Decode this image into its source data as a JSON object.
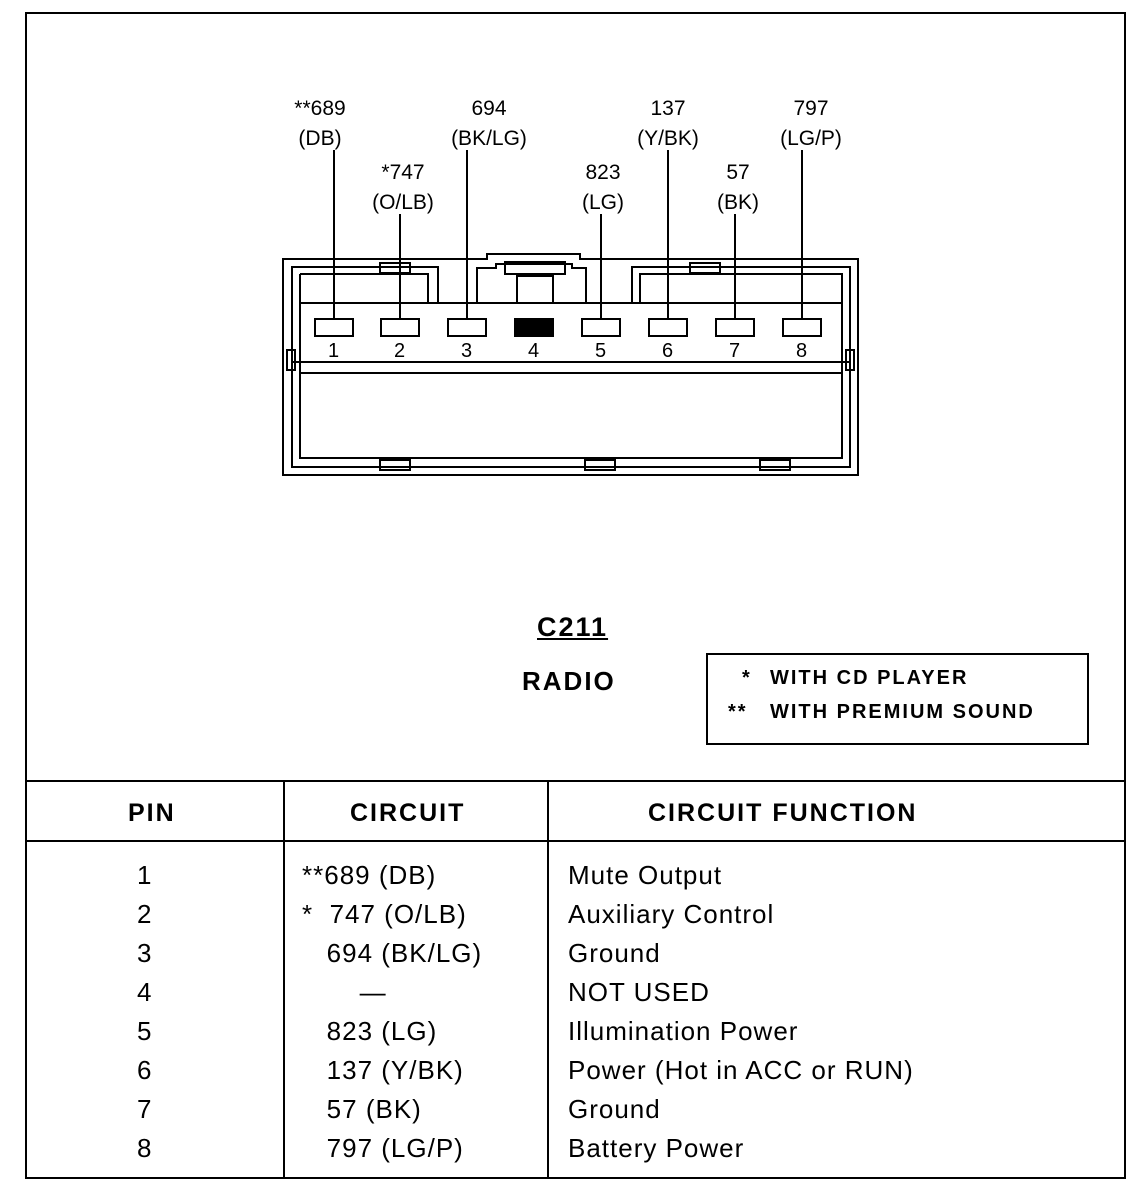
{
  "connector": {
    "id": "C211",
    "name": "RADIO",
    "wire_labels": [
      {
        "pin": "1",
        "circuit": "**689",
        "color": "(DB)"
      },
      {
        "pin": "2",
        "circuit": "*747",
        "color": "(O/LB)"
      },
      {
        "pin": "3",
        "circuit": "694",
        "color": "(BK/LG)"
      },
      {
        "pin": "5",
        "circuit": "823",
        "color": "(LG)"
      },
      {
        "pin": "6",
        "circuit": "137",
        "color": "(Y/BK)"
      },
      {
        "pin": "7",
        "circuit": "57",
        "color": "(BK)"
      },
      {
        "pin": "8",
        "circuit": "797",
        "color": "(LG/P)"
      }
    ],
    "pin_numbers": [
      "1",
      "2",
      "3",
      "4",
      "5",
      "6",
      "7",
      "8"
    ],
    "unused_pin": "4"
  },
  "legend": [
    {
      "mark": "*",
      "text": "WITH CD PLAYER"
    },
    {
      "mark": "**",
      "text": "WITH PREMIUM SOUND"
    }
  ],
  "table": {
    "headers": {
      "pin": "PIN",
      "circuit": "CIRCUIT",
      "function": "CIRCUIT FUNCTION"
    },
    "rows": [
      {
        "pin": "1",
        "circuit": "**689 (DB)",
        "function": "Mute Output"
      },
      {
        "pin": "2",
        "circuit": "*  747 (O/LB)",
        "function": "Auxiliary Control"
      },
      {
        "pin": "3",
        "circuit": "   694 (BK/LG)",
        "function": "Ground"
      },
      {
        "pin": "4",
        "circuit": "       —",
        "function": "NOT USED"
      },
      {
        "pin": "5",
        "circuit": "   823 (LG)",
        "function": "Illumination Power"
      },
      {
        "pin": "6",
        "circuit": "   137 (Y/BK)",
        "function": "Power (Hot in ACC or RUN)"
      },
      {
        "pin": "7",
        "circuit": "   57 (BK)",
        "function": "Ground"
      },
      {
        "pin": "8",
        "circuit": "   797 (LG/P)",
        "function": "Battery Power"
      }
    ]
  }
}
